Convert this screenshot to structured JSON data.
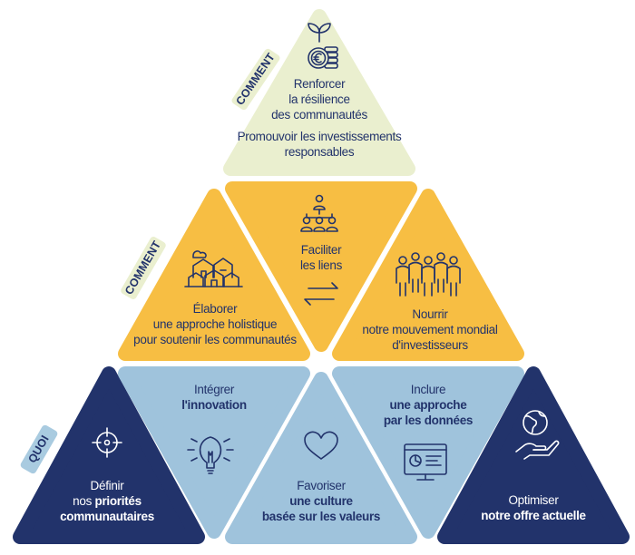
{
  "colors": {
    "top": "#eaefcf",
    "middle": "#f7be43",
    "bottom_light": "#9fc3dc",
    "bottom_dark": "#22336b",
    "tag_green": "#eaefcf",
    "tag_blue": "#a9cbe0",
    "text_navy": "#22336b"
  },
  "tags": {
    "top": "COMMENT",
    "middle": "COMMENT",
    "bottom": "QUOI"
  },
  "top": {
    "line1": "Renforcer",
    "line2": "la résilience",
    "line3": "des communautés",
    "line4": "Promouvoir les investissements",
    "line5": "responsables",
    "icon": "euro-plant-coins-icon"
  },
  "middle_left": {
    "line1": "Élaborer",
    "line2": "une approche holistique",
    "line3": "pour soutenir les communautés",
    "icon": "village-houses-icon"
  },
  "middle_center": {
    "line1": "Faciliter",
    "line2": "les liens",
    "icon_top": "network-people-icon",
    "icon_bottom": "exchange-arrows-icon"
  },
  "middle_right": {
    "line1": "Nourrir",
    "line2": "notre mouvement mondial",
    "line3": "d'investisseurs",
    "icon": "group-people-icon"
  },
  "bottom_1": {
    "line1": "Définir",
    "line2a": "nos ",
    "line2b": "priorités",
    "line3": "communautaires",
    "icon": "target-icon"
  },
  "bottom_2": {
    "line1": "Intégrer",
    "line2": "l'innovation",
    "icon": "lightbulb-icon"
  },
  "bottom_3": {
    "line1": "Favoriser",
    "line2": "une culture",
    "line3": "basée sur les valeurs",
    "icon": "heart-icon"
  },
  "bottom_4": {
    "line1": "Inclure",
    "line2": "une approche",
    "line3": "par les données",
    "icon": "data-dashboard-icon"
  },
  "bottom_5": {
    "line1": "Optimiser",
    "line2": "notre offre actuelle",
    "icon": "globe-hand-icon"
  }
}
